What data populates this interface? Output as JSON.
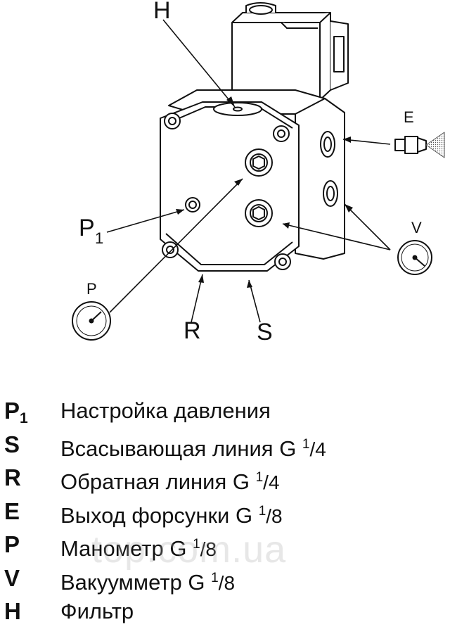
{
  "diagram": {
    "labels": {
      "h": "H",
      "e": "E",
      "v": "V",
      "p1_main": "P",
      "p1_sub": "1",
      "p": "P",
      "r": "R",
      "s": "S"
    }
  },
  "legend": [
    {
      "code": "P",
      "code_sub": "1",
      "text": "Настройка давления",
      "frac_num": "",
      "frac_den": ""
    },
    {
      "code": "S",
      "code_sub": "",
      "text": "Всасывающая линия G ",
      "frac_num": "1",
      "frac_den": "/4"
    },
    {
      "code": "R",
      "code_sub": "",
      "text": "Обратная линия G ",
      "frac_num": "1",
      "frac_den": "/4"
    },
    {
      "code": "E",
      "code_sub": "",
      "text": "Выход форсунки G ",
      "frac_num": "1",
      "frac_den": "/8"
    },
    {
      "code": "P",
      "code_sub": "",
      "text": "Манометр G ",
      "frac_num": "1",
      "frac_den": "/8"
    },
    {
      "code": "V",
      "code_sub": "",
      "text": "Вакуумметр G ",
      "frac_num": "1",
      "frac_den": "/8"
    },
    {
      "code": "H",
      "code_sub": "",
      "text": "Фильтр",
      "frac_num": "",
      "frac_den": ""
    }
  ],
  "watermark": "top.com.ua"
}
